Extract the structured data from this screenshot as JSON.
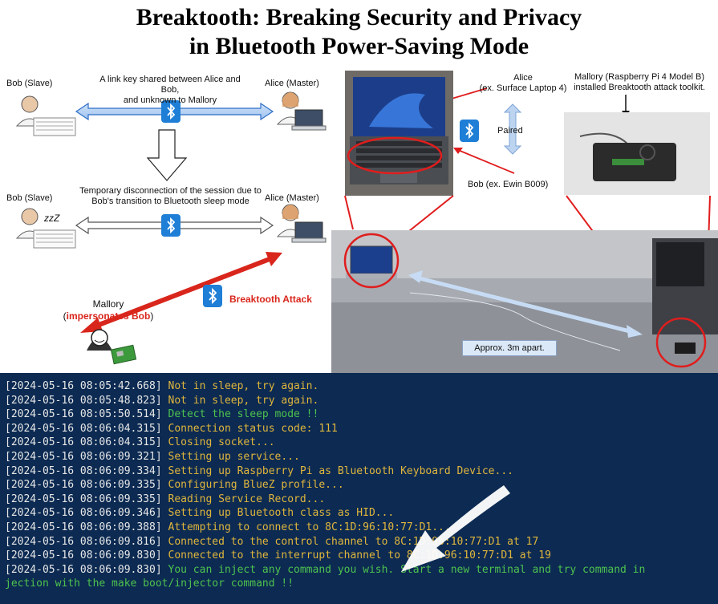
{
  "title_line1": "Breaktooth: Breaking Security and Privacy",
  "title_line2": "in Bluetooth Power-Saving Mode",
  "left": {
    "bob_slave_1": "Bob (Slave)",
    "alice_master_1": "Alice (Master)",
    "link_key_line1": "A link key shared between Alice and Bob,",
    "link_key_line2": "and unknown to Mallory",
    "bob_slave_2": "Bob (Slave)",
    "alice_master_2": "Alice (Master)",
    "disconnect_line1": "Temporary disconnection of the session due to",
    "disconnect_line2": "Bob's transition to Bluetooth sleep mode",
    "sleep_glyph": "zzZ",
    "mallory": "Mallory",
    "impersonates_open": "(",
    "impersonates": "impersonates Bob",
    "impersonates_close": ")",
    "attack_label": "Breaktooth Attack"
  },
  "right": {
    "alice_line1": "Alice",
    "alice_line2": "(ex. Surface Laptop 4)",
    "paired": "Paired",
    "bob_device": "Bob (ex. Ewin B009)",
    "mallory_line1": "Mallory (Raspberry Pi 4 Model B)",
    "mallory_line2": "installed Breaktooth attack toolkit.",
    "distance": "Approx. 3m apart."
  },
  "terminal": {
    "lines": [
      {
        "ts": "[2024-05-16 08:05:42.668]",
        "msg": "Not in sleep, try again.",
        "kind": "warn"
      },
      {
        "ts": "[2024-05-16 08:05:48.823]",
        "msg": "Not in sleep, try again.",
        "kind": "warn"
      },
      {
        "ts": "[2024-05-16 08:05:50.514]",
        "msg": "Detect the sleep mode !!",
        "kind": "ok"
      },
      {
        "ts": "[2024-05-16 08:06:04.315]",
        "msg": "Connection status code: 111",
        "kind": "warn"
      },
      {
        "ts": "[2024-05-16 08:06:04.315]",
        "msg": "Closing socket...",
        "kind": "warn"
      },
      {
        "ts": "[2024-05-16 08:06:09.321]",
        "msg": "Setting up service...",
        "kind": "warn"
      },
      {
        "ts": "[2024-05-16 08:06:09.334]",
        "msg": "Setting up Raspberry Pi as Bluetooth Keyboard Device...",
        "kind": "warn"
      },
      {
        "ts": "[2024-05-16 08:06:09.335]",
        "msg": "Configuring BlueZ profile...",
        "kind": "warn"
      },
      {
        "ts": "[2024-05-16 08:06:09.335]",
        "msg": "Reading Service Record...",
        "kind": "warn"
      },
      {
        "ts": "[2024-05-16 08:06:09.346]",
        "msg": "Setting up Bluetooth class as HID...",
        "kind": "warn"
      },
      {
        "ts": "[2024-05-16 08:06:09.388]",
        "msg": "Attempting to connect to 8C:1D:96:10:77:D1...",
        "kind": "warn"
      },
      {
        "ts": "[2024-05-16 08:06:09.816]",
        "msg": "Connected to the control channel to 8C:1D:96:10:77:D1 at 17",
        "kind": "warn"
      },
      {
        "ts": "[2024-05-16 08:06:09.830]",
        "msg": "Connected to the interrupt channel to 8C:1D:96:10:77:D1 at 19",
        "kind": "warn"
      },
      {
        "ts": "[2024-05-16 08:06:09.830]",
        "msg": "You can inject any command you wish. Start a new terminal and try command in",
        "kind": "ok"
      }
    ],
    "wrap_line": "jection with the make boot/injector command !!"
  }
}
